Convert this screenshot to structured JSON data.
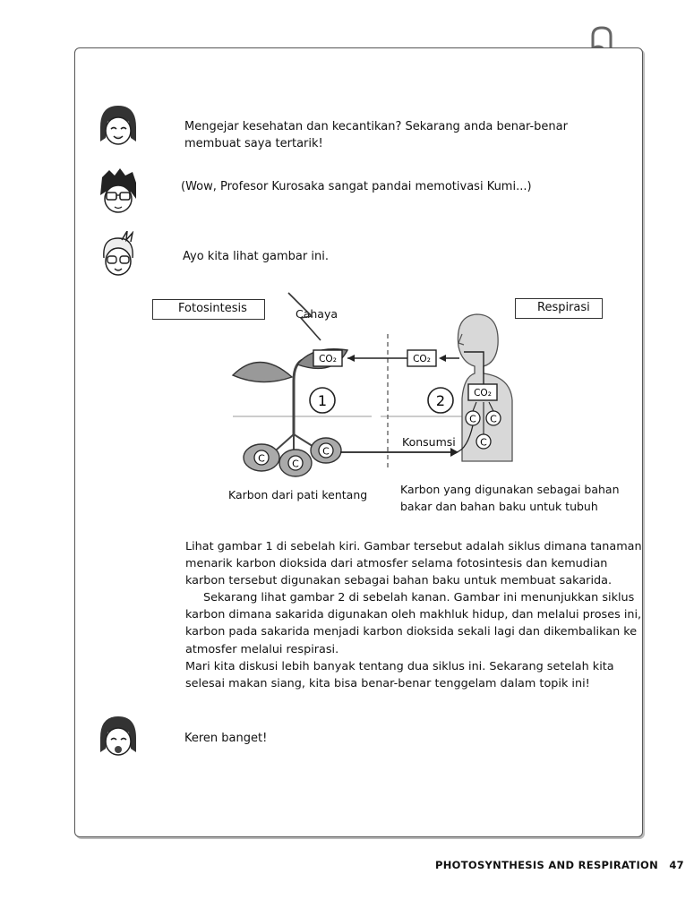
{
  "dialogues": [
    {
      "speaker_icon": "girl-face-icon",
      "text": "Mengejar kesehatan dan kecantikan? Sekarang anda benar-benar membuat saya tertarik!"
    },
    {
      "speaker_icon": "glasses-boy-face-icon",
      "text": "(Wow, Profesor Kurosaka sangat pandai memotivasi Kumi...)"
    },
    {
      "speaker_icon": "professor-face-icon",
      "text": "Ayo kita lihat gambar ini."
    },
    {
      "speaker_icon": "girl-face-icon",
      "text": "Keren banget!"
    }
  ],
  "figure": {
    "left_title": "Fotosintesis",
    "right_title": "Respirasi",
    "light_label": "Cahaya",
    "consumption_label": "Konsumsi",
    "co2_text": "CO₂",
    "carbon_text": "C",
    "cycle_one": "1",
    "cycle_two": "2",
    "caption_left": "Karbon dari pati kentang",
    "caption_right": "Karbon yang digunakan sebagai bahan bakar dan bahan baku untuk tubuh"
  },
  "body": {
    "paragraph_1": "Lihat gambar 1 di sebelah kiri. Gambar tersebut adalah siklus dimana tanaman menarik karbon dioksida dari atmosfer selama fotosintesis dan kemudian karbon tersebut digunakan sebagai bahan baku untuk membuat sakarida.",
    "paragraph_2": "Sekarang lihat gambar 2 di sebelah kanan. Gambar ini menunjukkan siklus karbon dimana sakarida digunakan oleh makhluk hidup, dan melalui proses ini, karbon pada sakarida menjadi karbon dioksida sekali lagi dan dikembalikan ke atmosfer melalui respirasi.",
    "paragraph_3": "Mari kita diskusi lebih banyak tentang dua siklus ini. Sekarang setelah kita selesai makan siang, kita bisa benar-benar tenggelam dalam topik ini!"
  },
  "footer": {
    "chapter": "PHOTOSYNTHESIS AND RESPIRATION",
    "page_number": "47"
  }
}
